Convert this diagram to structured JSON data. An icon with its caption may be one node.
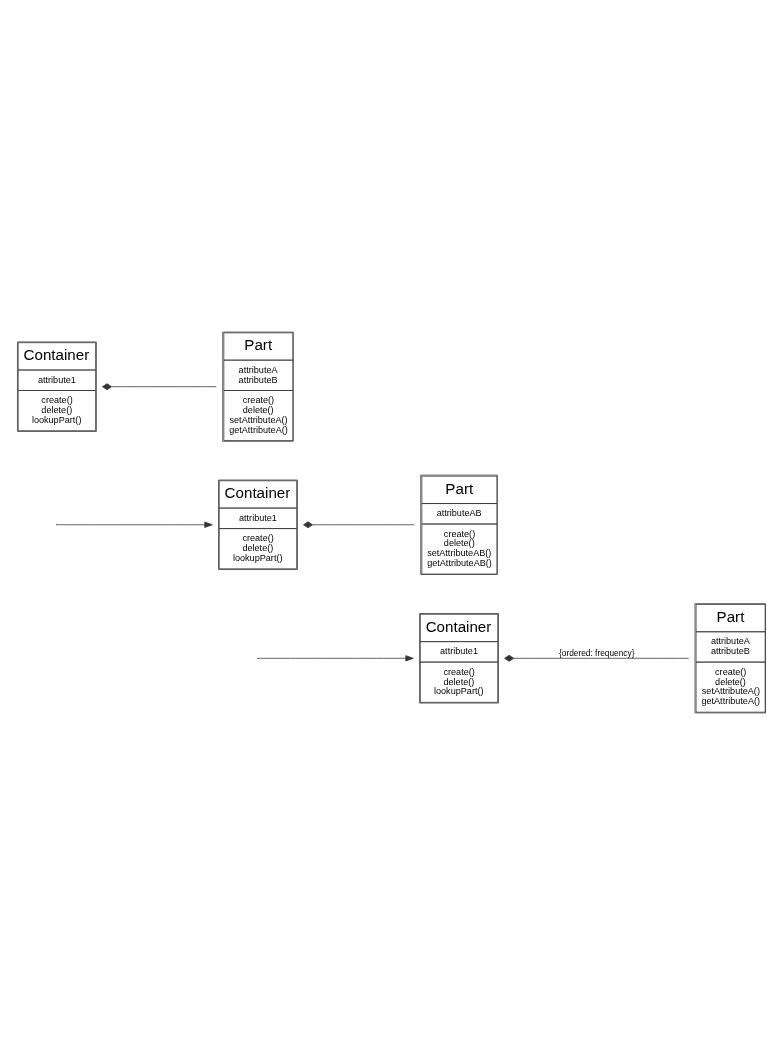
{
  "diagram": {
    "nodes": [
      {
        "text": [
          "Container",
          "attribute1",
          "create() delete() lookupPart()"
        ]
      },
      {
        "text": [
          "Part",
          "attributeA attributeB",
          "create() delete() setAttributeA() getAttributeA()"
        ]
      },
      {
        "text": [
          "Container",
          "attribute1",
          "create() delete() lookupPart()"
        ]
      },
      {
        "text": [
          "Part",
          "attributeAB",
          "create() delete() setAttributeAB() getAttributeAB()"
        ]
      },
      {
        "text": [
          "Container",
          "attribute1",
          "create() delete() lookupPart()"
        ]
      },
      {
        "text": [
          "Part",
          "attributeA attributeB",
          "create() delete() setAttributeA() getAttributeA()"
        ]
      }
    ],
    "edges": [
      {
        "from": 0,
        "to": 1,
        "arrow": "other"
      },
      {
        "from": 2,
        "to": 3,
        "arrow": "other"
      },
      {
        "from": 4,
        "to": 5,
        "arrow": "other",
        "label": "{ordered: frequency}"
      },
      {
        "from": null,
        "to": 2,
        "arrow": "to"
      },
      {
        "from": null,
        "to": 4,
        "arrow": "to"
      }
    ]
  }
}
